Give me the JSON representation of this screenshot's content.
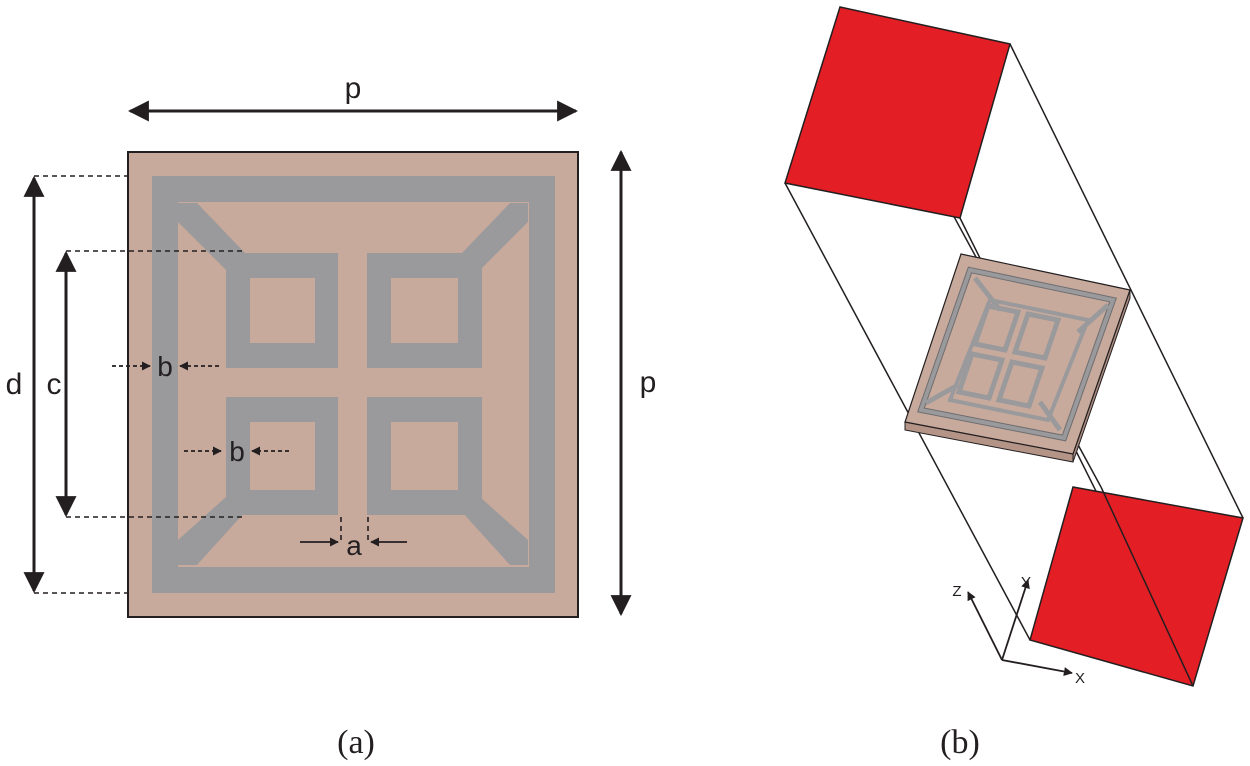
{
  "figure_a": {
    "caption": "(a)",
    "labels": {
      "p_top": "p",
      "p_right": "p",
      "d": "d",
      "c": "c",
      "b_outer": "b",
      "b_inner": "b",
      "a": "a"
    }
  },
  "figure_b": {
    "caption": "(b)",
    "axes": {
      "z": "Z",
      "y": "Y",
      "x": "X"
    }
  },
  "colors": {
    "substrate": "#c8aa9d",
    "metal": "#9a9a9c",
    "port": "#e31e24",
    "line": "#231f20"
  }
}
